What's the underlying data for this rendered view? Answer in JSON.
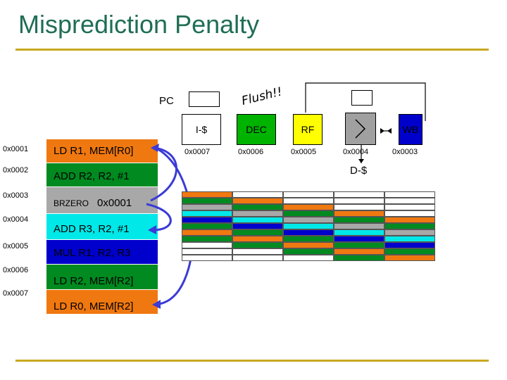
{
  "title": "Misprediction Penalty",
  "labels": {
    "pc": "PC",
    "flush": "Flush!!",
    "dcache": "D-$"
  },
  "stages": [
    {
      "name": "I-$",
      "addr": "0x0007",
      "color": "#ffffff"
    },
    {
      "name": "DEC",
      "addr": "0x0006",
      "color": "#00b300"
    },
    {
      "name": "RF",
      "addr": "0x0005",
      "color": "#ffff00"
    },
    {
      "name": "",
      "addr": "0x0004",
      "color": "#a0a0a0"
    },
    {
      "name": "WB",
      "addr": "0x0003",
      "color": "#0000cc"
    }
  ],
  "instructions": [
    {
      "addr": "0x0001",
      "text": "LD R1, MEM[R0]"
    },
    {
      "addr": "0x0002",
      "text": "ADD R2, R2, #1"
    },
    {
      "addr": "0x0003",
      "text": "BRZERO",
      "suffix": "0x0001"
    },
    {
      "addr": "0x0004",
      "text": "ADD R3, R2, #1"
    },
    {
      "addr": "0x0005",
      "text": "MUL R1, R2, R3"
    },
    {
      "addr": "0x0006",
      "text": "LD R2, MEM[R2]"
    },
    {
      "addr": "0x0007",
      "text": "LD R0, MEM[R2]"
    }
  ],
  "colors": {
    "orange": "#f07810",
    "green": "#008a20",
    "gray": "#a8a8a8",
    "cyan": "#00e8e8",
    "blue": "#0000cc",
    "yellow": "#ffff00",
    "white": "#ffffff",
    "arrow": "#3b3bd6",
    "title": "#1f6e55",
    "rule": "#c8a820"
  },
  "timeline": {
    "rows": 11,
    "columns": [
      [
        "orange",
        "green",
        "gray",
        "cyan",
        "blue",
        "green",
        "orange",
        "green"
      ],
      [
        "white",
        "orange",
        "green",
        "gray",
        "cyan",
        "blue",
        "green",
        "orange",
        "green"
      ],
      [
        "white",
        "white",
        "orange",
        "green",
        "gray",
        "cyan",
        "blue",
        "green",
        "orange",
        "green"
      ],
      [
        "white",
        "white",
        "white",
        "orange",
        "green",
        "gray",
        "cyan",
        "blue",
        "green",
        "orange",
        "green"
      ],
      [
        "white",
        "white",
        "white",
        "white",
        "orange",
        "green",
        "gray",
        "cyan",
        "blue",
        "green",
        "orange"
      ]
    ]
  }
}
